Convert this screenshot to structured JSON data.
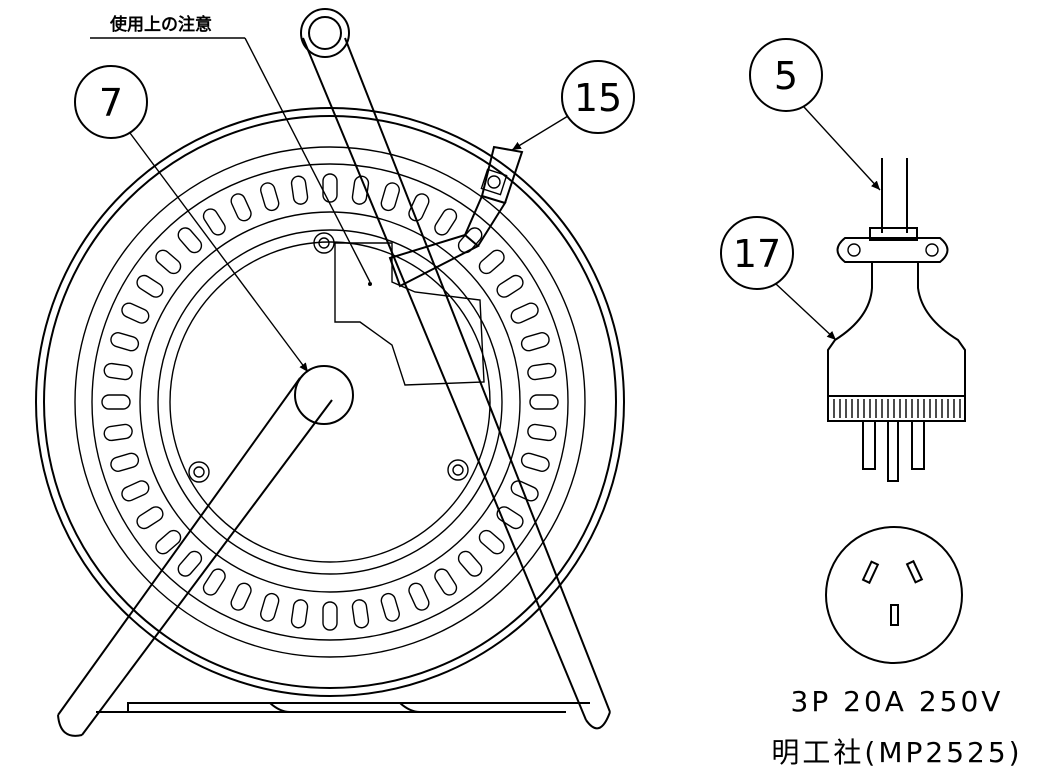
{
  "callouts": {
    "c7": "7",
    "c15": "15",
    "c5": "5",
    "c17": "17"
  },
  "caution_label": "使用上の注意",
  "plug_spec": {
    "rating": "3P 20A 250V",
    "maker": "明工社(MP2525)"
  }
}
